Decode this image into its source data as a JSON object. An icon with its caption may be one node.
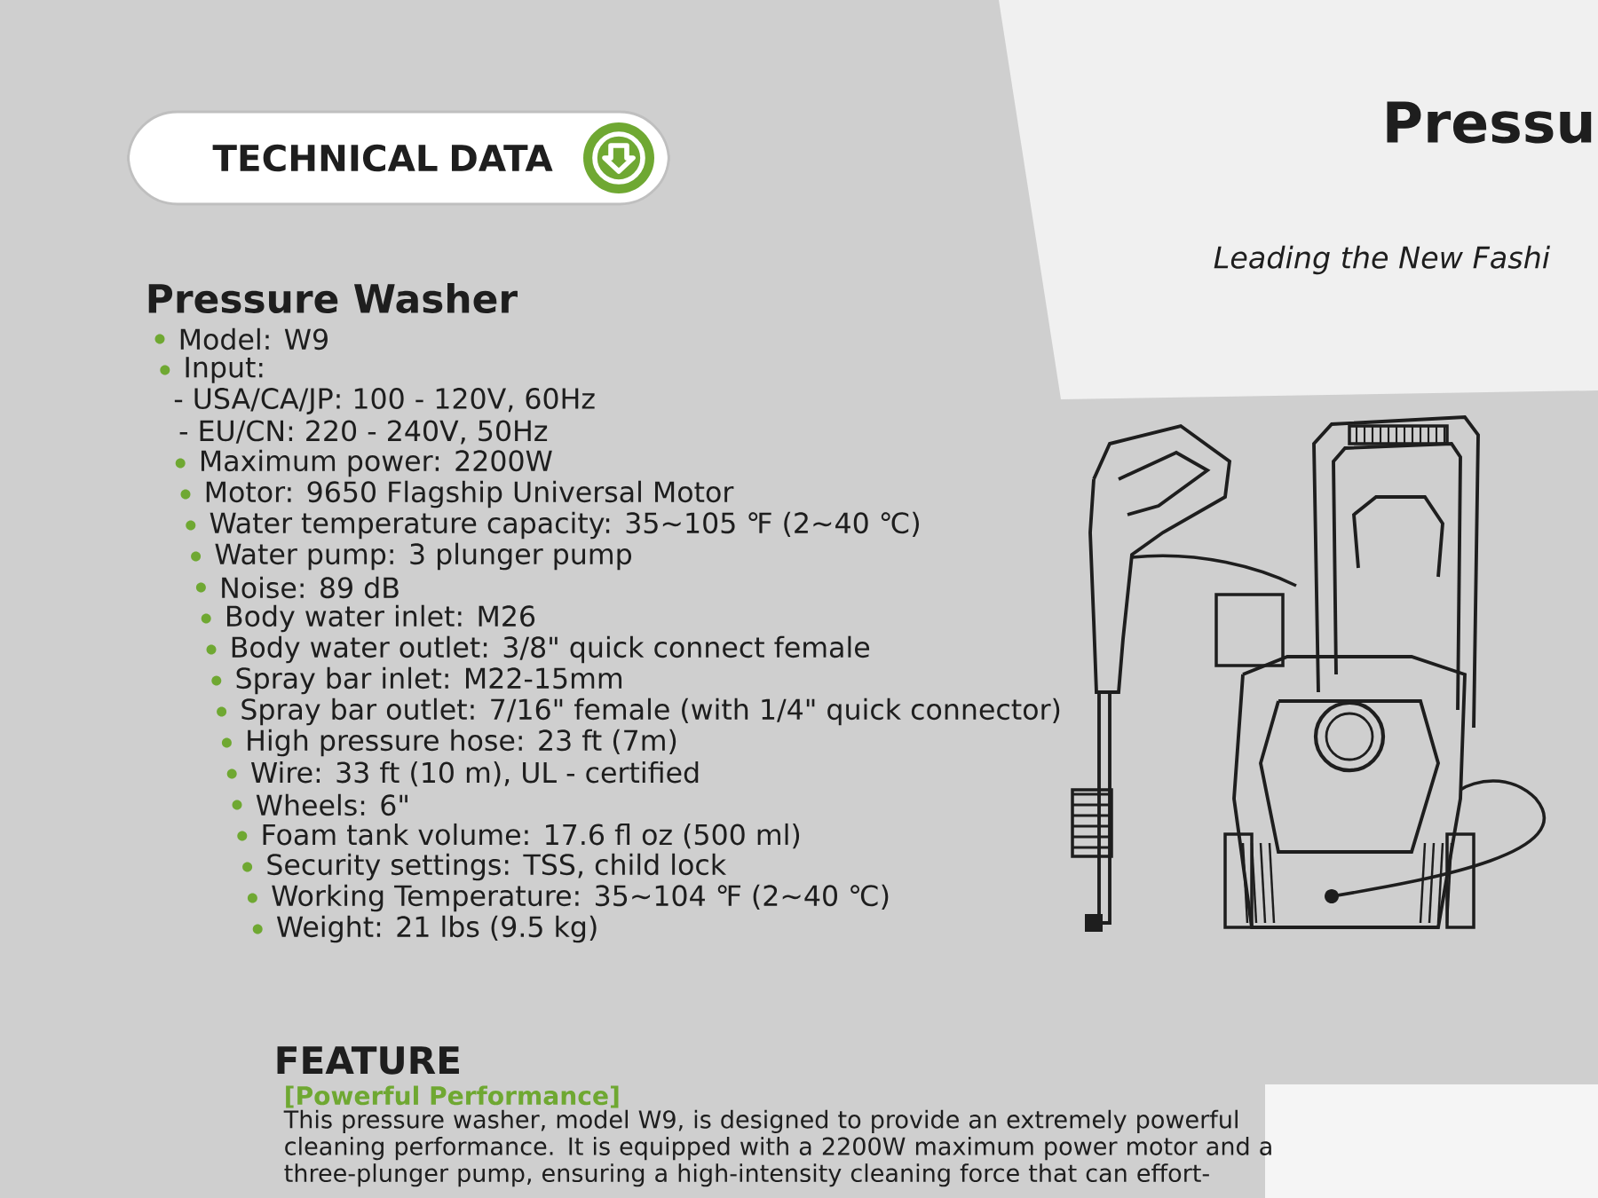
{
  "diagram": {
    "nodes": [
      {
        "text": [
          "TECHNICAL DATA"
        ]
      }
    ],
    "labels": [
      "Pressu",
      "Leading the New Fashi",
      "Pressure Washer",
      "Model: W9",
      "Input:",
      "- USA/CA/JP: 100 - 120V, 60Hz",
      "- EU/CN: 220 - 240V, 50Hz",
      "Maximum power: 2200W",
      "Motor: 9650 Flagship Universal Motor",
      "Water temperature capacity: 35~105 ℉ (2~40 ℃)",
      "Water pump: 3 plunger pump",
      "Noise: 89 dB",
      "Body water inlet: M26",
      "Body water outlet: 3/8\" quick connect female",
      "Spray bar inlet: M22-15mm",
      "Spray bar outlet: 7/16\" female (with 1/4\" quick connector)",
      "High pressure hose: 23 ft (7m)",
      "Wire: 33 ft (10 m), UL - certified",
      "Wheels: 6\"",
      "Foam tank volume: 17.6 fl oz (500 ml)",
      "Security settings: TSS, child lock",
      "Working Temperature: 35~104 ℉ (2~40 ℃)",
      "Weight: 21 lbs (9.5 kg)",
      "FEATURE",
      "[Powerful Performance]",
      "This pressure washer, model W9, is designed to provide an extremely powerful cleaning performance. It is equipped with a 2200W maximum power motor and a three-plunger pump, ensuring a high-intensity cleaning force that can effort-"
    ]
  }
}
